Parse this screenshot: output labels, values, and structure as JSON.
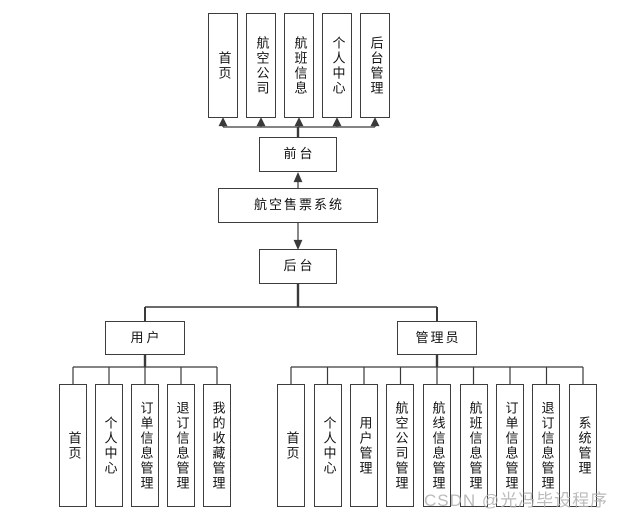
{
  "diagram": {
    "title": "航空售票系统",
    "frontend": {
      "label": "前台",
      "modules": [
        "首页",
        "航空公司",
        "航班信息",
        "个人中心",
        "后台管理"
      ]
    },
    "backend": {
      "label": "后台",
      "roles": {
        "user": {
          "label": "用户",
          "modules": [
            "首页",
            "个人中心",
            "订单信息管理",
            "退订信息管理",
            "我的收藏管理"
          ]
        },
        "admin": {
          "label": "管理员",
          "modules": [
            "首页",
            "个人中心",
            "用户管理",
            "航空公司管理",
            "航线信息管理",
            "航班信息管理",
            "订单信息管理",
            "退订信息管理",
            "系统管理"
          ]
        }
      }
    }
  },
  "watermark": "CSDN @光冯毕设程序",
  "colors": {
    "line": "#3a3a3a",
    "box_border": "#3d3d3d",
    "text": "#111111",
    "background": "#ffffff",
    "watermark": "#afafaf"
  }
}
